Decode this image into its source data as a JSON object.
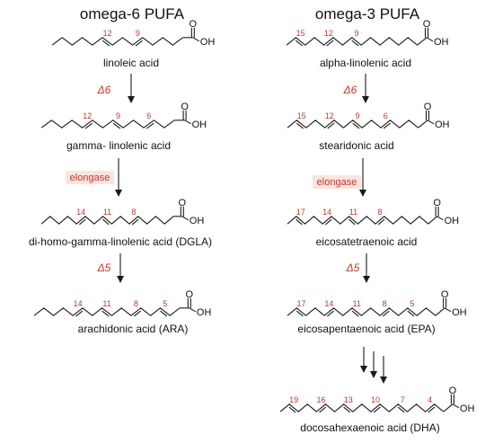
{
  "columns": {
    "omega6": {
      "header": "omega-6 PUFA"
    },
    "omega3": {
      "header": "omega-3 PUFA"
    }
  },
  "colors": {
    "position_label": "#c0392b",
    "enzyme": "#c0392b",
    "elongase_bg": "#fbe3df",
    "bond": "#1a1a1a"
  },
  "molecules": [
    {
      "key": "la",
      "name": "linoleic acid",
      "positions": [
        "12",
        "9"
      ],
      "acid": "OH"
    },
    {
      "key": "gla",
      "name": "gamma- linolenic acid",
      "positions": [
        "12",
        "9",
        "6"
      ],
      "acid": "OH"
    },
    {
      "key": "dgla",
      "name": "di-homo-gamma-linolenic acid  (DGLA)",
      "positions": [
        "14",
        "11",
        "8"
      ],
      "acid": "OH"
    },
    {
      "key": "ara",
      "name": "arachidonic acid  (ARA)",
      "positions": [
        "14",
        "11",
        "8",
        "5"
      ],
      "acid": "OH"
    },
    {
      "key": "ala",
      "name": "alpha-linolenic acid",
      "positions": [
        "15",
        "12",
        "9"
      ],
      "acid": "OH"
    },
    {
      "key": "sda",
      "name": "stearidonic acid",
      "positions": [
        "15",
        "12",
        "9",
        "6"
      ],
      "acid": "OH"
    },
    {
      "key": "eta",
      "name": "eicosatetraenoic acid",
      "positions": [
        "17",
        "14",
        "11",
        "8"
      ],
      "acid": "OH"
    },
    {
      "key": "epa",
      "name": "eicosapentaenoic acid (EPA)",
      "positions": [
        "17",
        "14",
        "11",
        "8",
        "5"
      ],
      "acid": "OH"
    },
    {
      "key": "dha",
      "name": "docosahexaenoic acid (DHA)",
      "positions": [
        "19",
        "16",
        "13",
        "10",
        "7",
        "4"
      ],
      "acid": "OH"
    }
  ],
  "enzymes": {
    "d6_left": "Δ6",
    "elong_left": "elongase",
    "d5_left": "Δ5",
    "d6_right": "Δ6",
    "elong_right": "elongase",
    "d5_right": "Δ5"
  }
}
